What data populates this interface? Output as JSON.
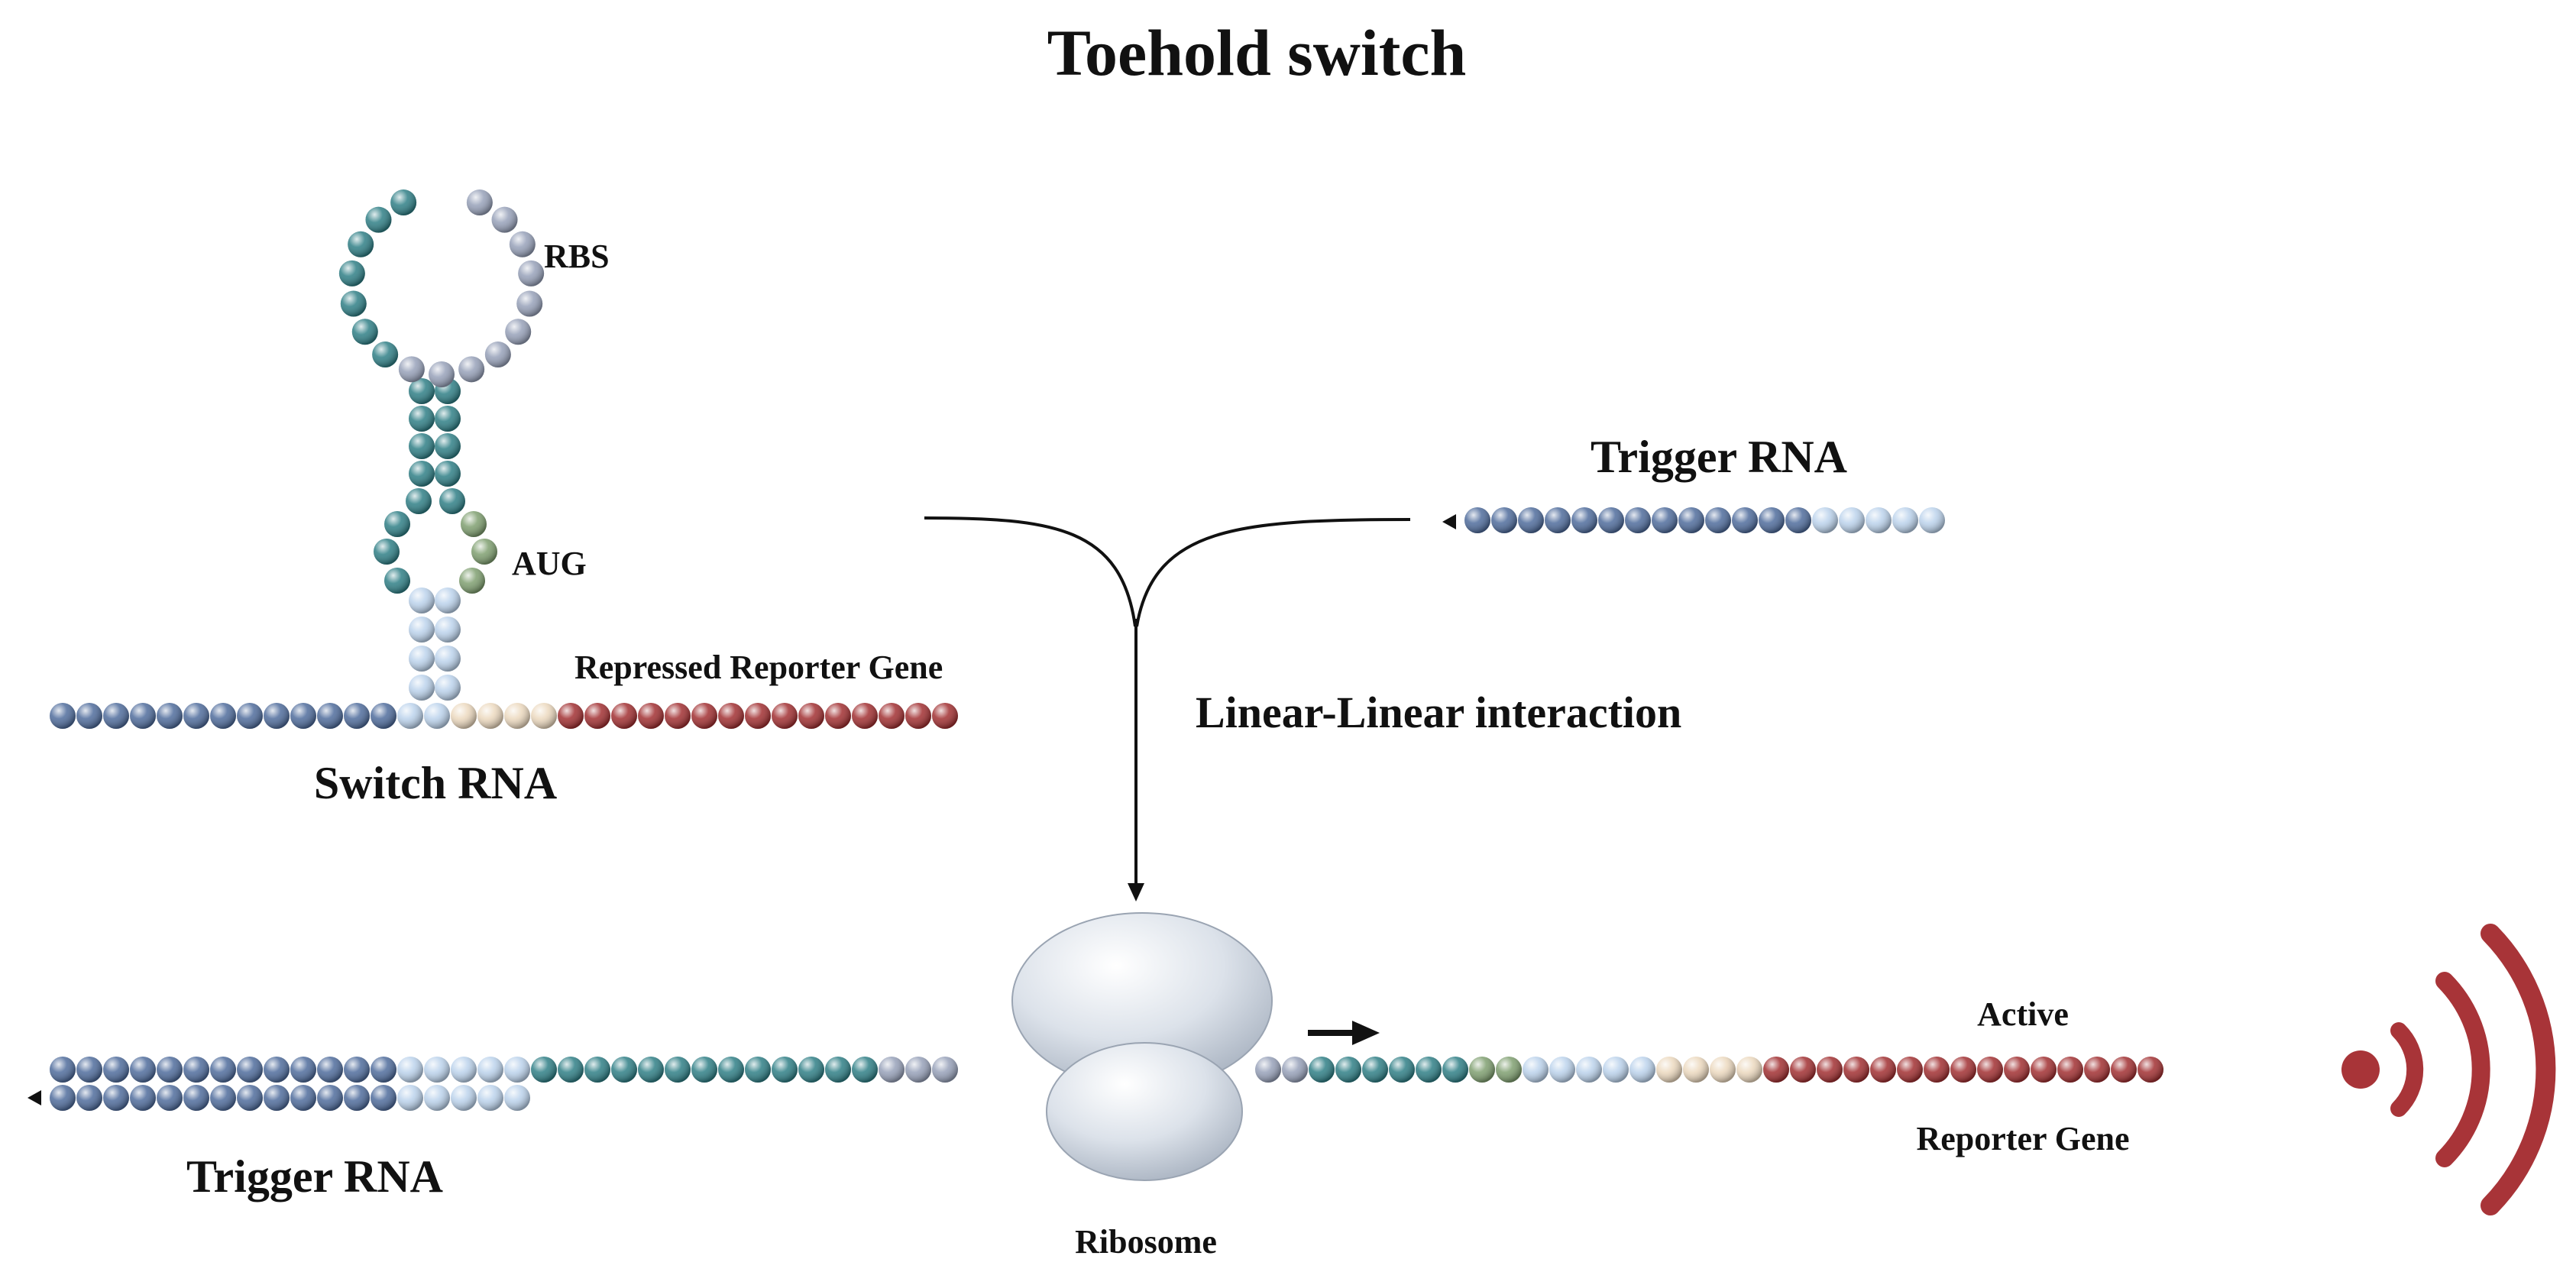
{
  "title": "Toehold switch",
  "labels": {
    "rbs": "RBS",
    "aug": "AUG",
    "repressed_reporter_gene": "Repressed Reporter Gene",
    "switch_rna": "Switch RNA",
    "trigger_rna_top": "Trigger RNA",
    "interaction": "Linear-Linear interaction",
    "trigger_rna_bottom": "Trigger RNA",
    "ribosome": "Ribosome",
    "active": "Active",
    "reporter_gene": "Reporter Gene"
  },
  "colors": {
    "dark_blue": "#4f6c9c",
    "light_blue": "#bcd3ec",
    "teal": "#2f7f86",
    "grey_blue": "#97a1b9",
    "green": "#7f9f70",
    "peach": "#ecd9bf",
    "red": "#a12f31",
    "ribosome": "#d9dfe7",
    "signal": "#a83438",
    "ink": "#111111"
  },
  "icons": {
    "signal": "signal-waves-icon",
    "ribosome": "ribosome-icon",
    "arrow": "arrow-icon"
  }
}
